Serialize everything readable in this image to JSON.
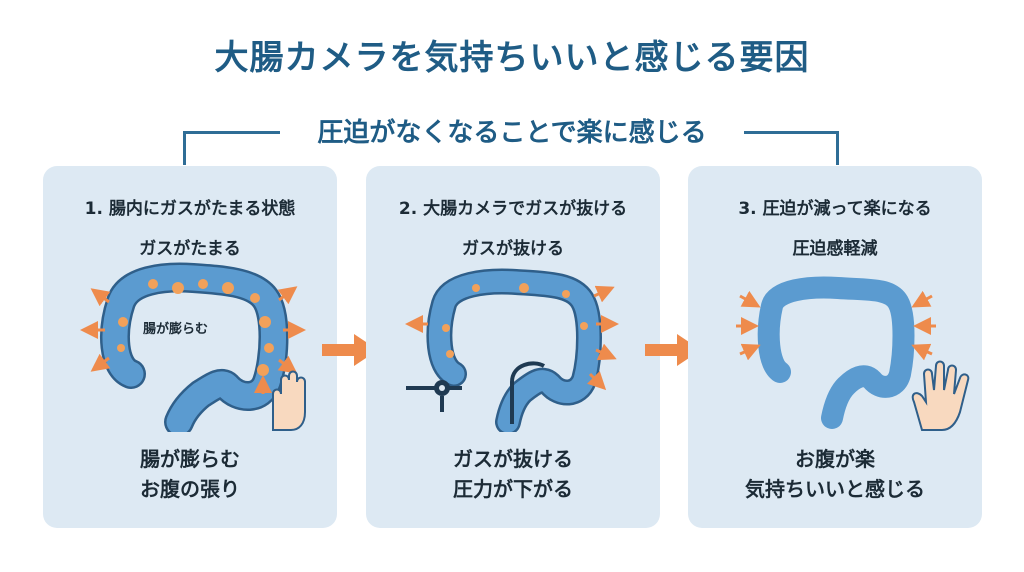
{
  "title": "大腸カメラを気持ちいいと感じる要因",
  "subtitle": "圧迫がなくなることで楽に感じる",
  "colors": {
    "title": "#1f5c85",
    "panel_bg": "#dde9f3",
    "colon": "#5b9bd0",
    "colon_outline": "#2f5f8a",
    "gas": "#f2a15a",
    "arrow": "#ee8b4c"
  },
  "panels": [
    {
      "title": "1. 腸内にガスがたまる状態",
      "label": "ガスがたまる",
      "inner_label": "腸が膨らむ",
      "caption": [
        "腸が膨らむ",
        "お腹の張り"
      ],
      "icons": [
        "colon-with-gas-icon",
        "hand-pressing-icon"
      ]
    },
    {
      "title": "2. 大腸カメラでガスが抜ける",
      "label": "ガスが抜ける",
      "caption": [
        "ガスが抜ける",
        "圧力が下がる"
      ],
      "icons": [
        "colon-with-scope-icon",
        "endoscope-icon"
      ]
    },
    {
      "title": "3. 圧迫が減って楽になる",
      "label": "圧迫感軽減",
      "caption": [
        "お腹が楽",
        "気持ちいいと感じる"
      ],
      "icons": [
        "relaxed-colon-icon",
        "open-hand-icon"
      ]
    }
  ]
}
